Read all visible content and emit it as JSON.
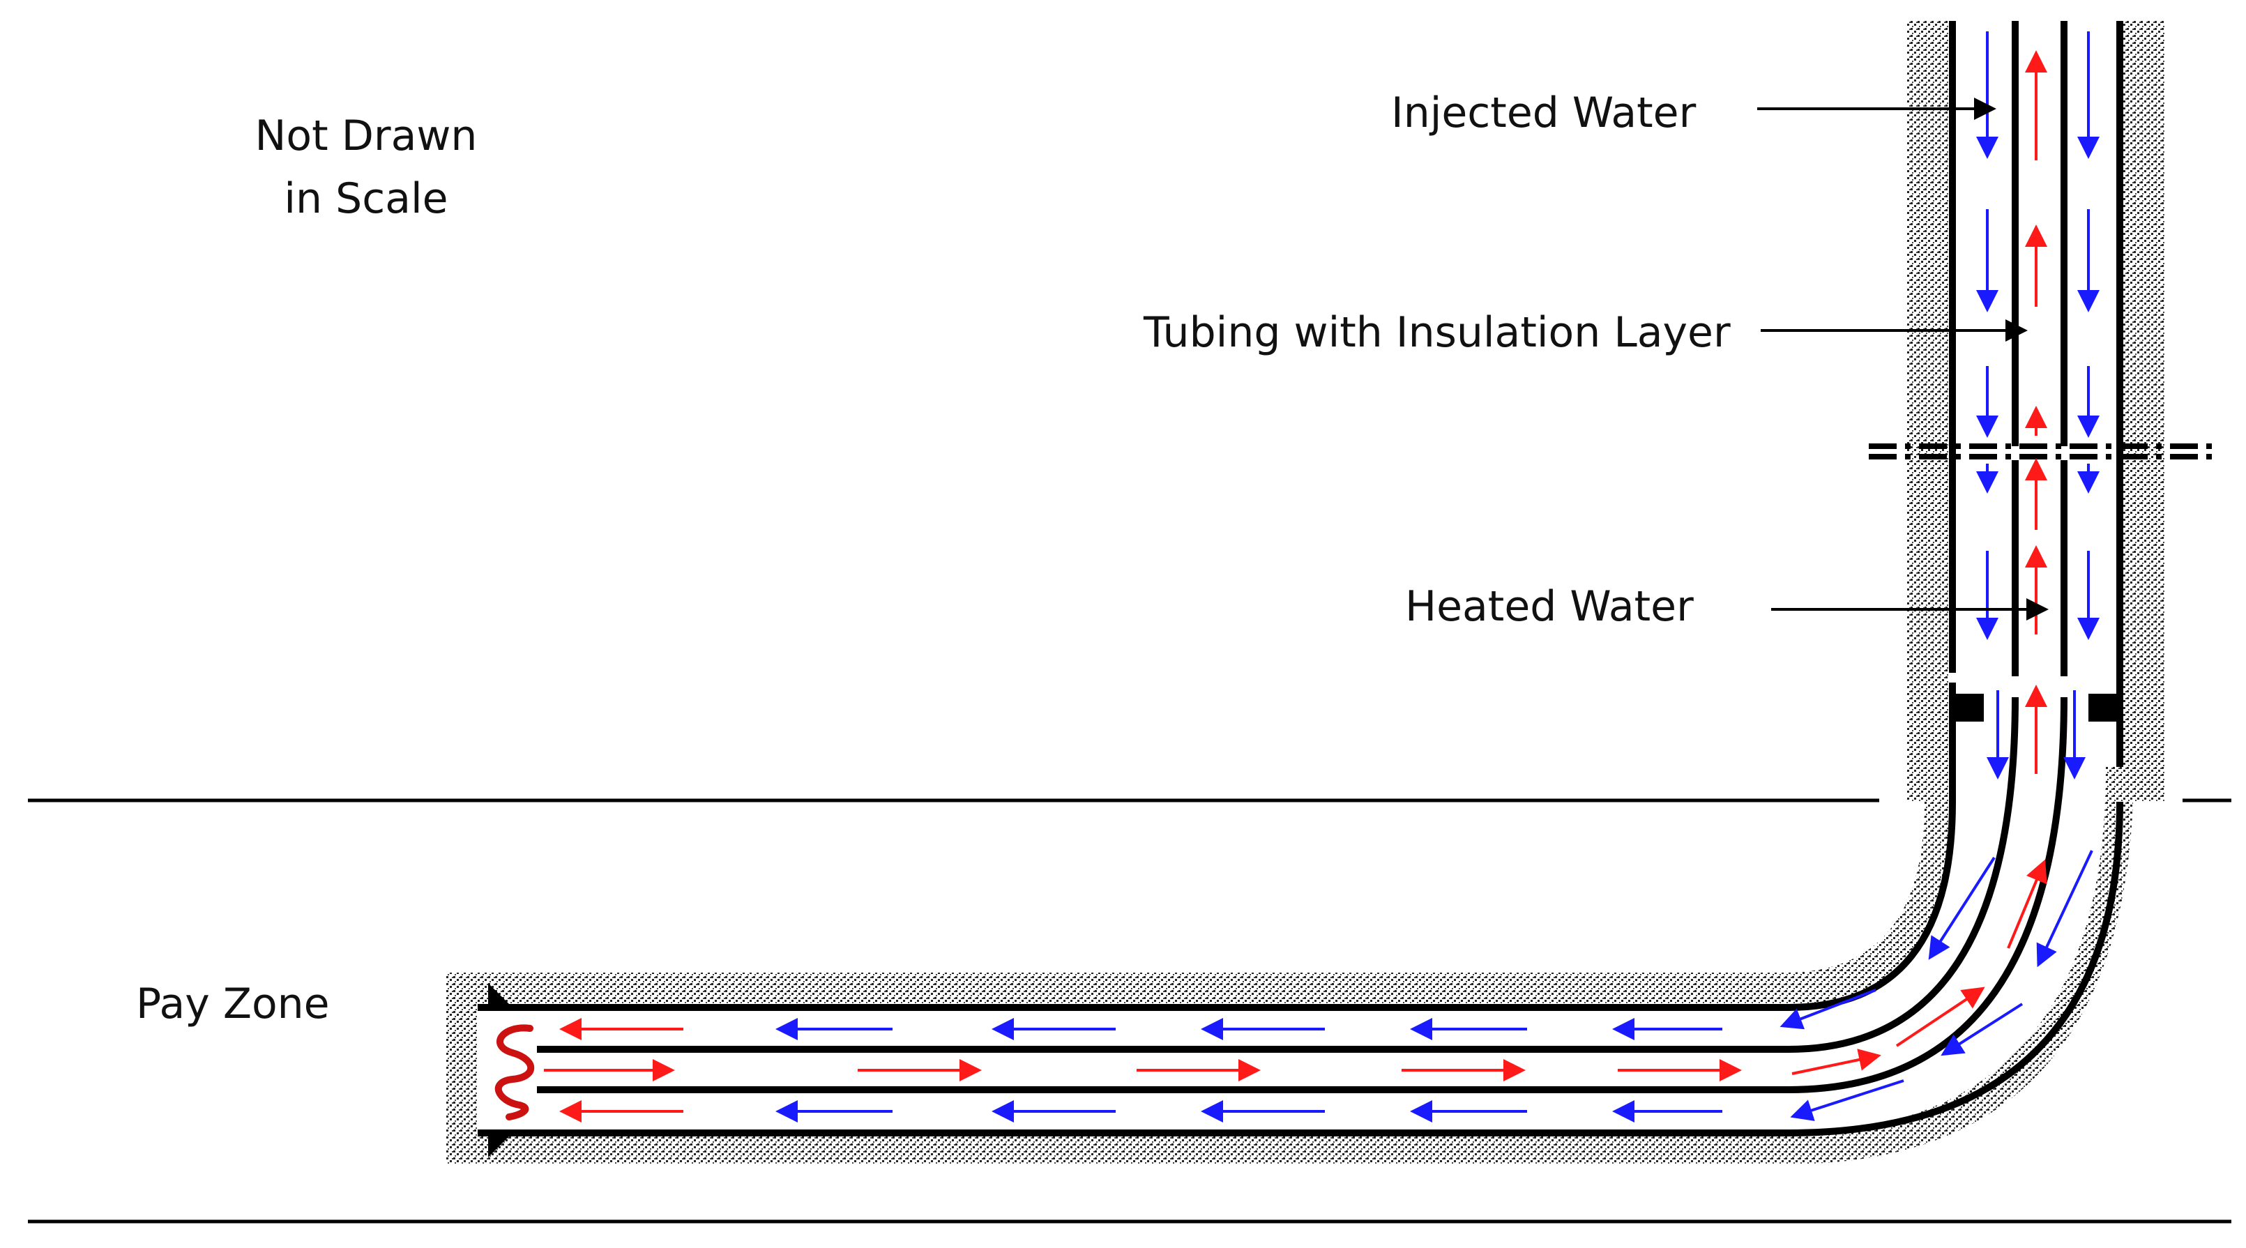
{
  "note": {
    "line1": "Not Drawn",
    "line2": "in Scale"
  },
  "labels": {
    "injected_water": "Injected Water",
    "tubing": "Tubing with Insulation Layer",
    "heated_water": "Heated Water",
    "pay_zone": "Pay Zone"
  },
  "colors": {
    "injected_flow": "#1a1aff",
    "heated_flow": "#ff1a1a",
    "heat_source": "#cc1111",
    "wall": "#000000",
    "formation": "#9a9a9a"
  }
}
